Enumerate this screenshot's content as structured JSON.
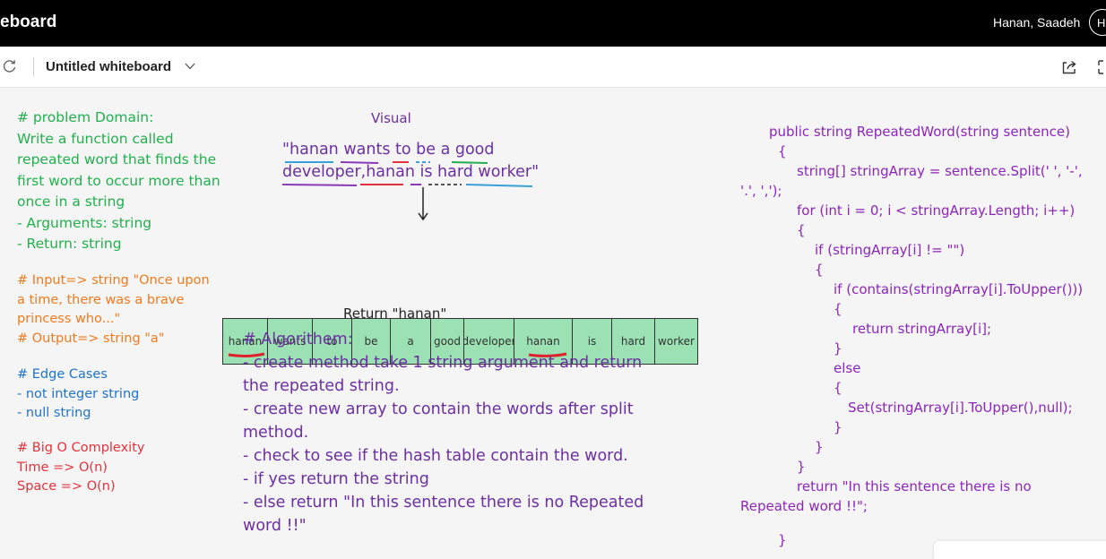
{
  "app": {
    "title": "eboard",
    "user_name": "Hanan, Saadeh",
    "avatar_initial": "H"
  },
  "toolbar": {
    "document_title": "Untitled whiteboard"
  },
  "problem_domain": {
    "lines": [
      "# problem Domain:",
      "Write a function called",
      "repeated word that finds the",
      "first word to occur more than",
      "once in a string",
      "- Arguments: string",
      "- Return: string"
    ]
  },
  "input_output": {
    "lines": [
      "# Input=> string \"Once upon",
      "a time, there was a brave",
      "princess who...\"",
      "# Output=> string \"a\""
    ]
  },
  "edge_cases": {
    "lines": [
      "# Edge Cases",
      "- not integer string",
      "- null string"
    ]
  },
  "big_o": {
    "lines": [
      "# Big O Complexity",
      "Time => O(n)",
      "Space => O(n)"
    ]
  },
  "visual": {
    "label": "Visual",
    "sentence_lines": [
      "\"hanan wants to be a good",
      "developer,hanan is hard worker\""
    ],
    "cells": [
      "hanan",
      "wants",
      "to",
      "be",
      "a",
      "good",
      "developer",
      "hanan",
      "is",
      "hard",
      "worker"
    ],
    "return_text": "Return \"hanan\""
  },
  "algorithm": {
    "lines": [
      "# Algorithem:",
      "- create method take 1 string argument and return",
      "the repeated string.",
      "-  create new array to contain the words after split",
      "method.",
      "- check to see if the hash table contain the word.",
      "- if yes return the string",
      "- else return \"In this sentence there is no Repeated",
      "word !!\""
    ]
  },
  "code": {
    "lines": [
      "public string RepeatedWord(string sentence)",
      "{",
      "string[] stringArray = sentence.Split(' ', '-',",
      "'.', ',');",
      "for (int i = 0; i < stringArray.Length; i++)",
      "{",
      "if (stringArray[i] != \"\")",
      "{",
      "if (contains(stringArray[i].ToUpper()))",
      "{",
      "return stringArray[i];",
      "}",
      "else",
      "{",
      "Set(stringArray[i].ToUpper(),null);",
      "}",
      "}",
      "}",
      "return \"In this sentence there is no",
      "Repeated word !!\";",
      "}"
    ]
  }
}
